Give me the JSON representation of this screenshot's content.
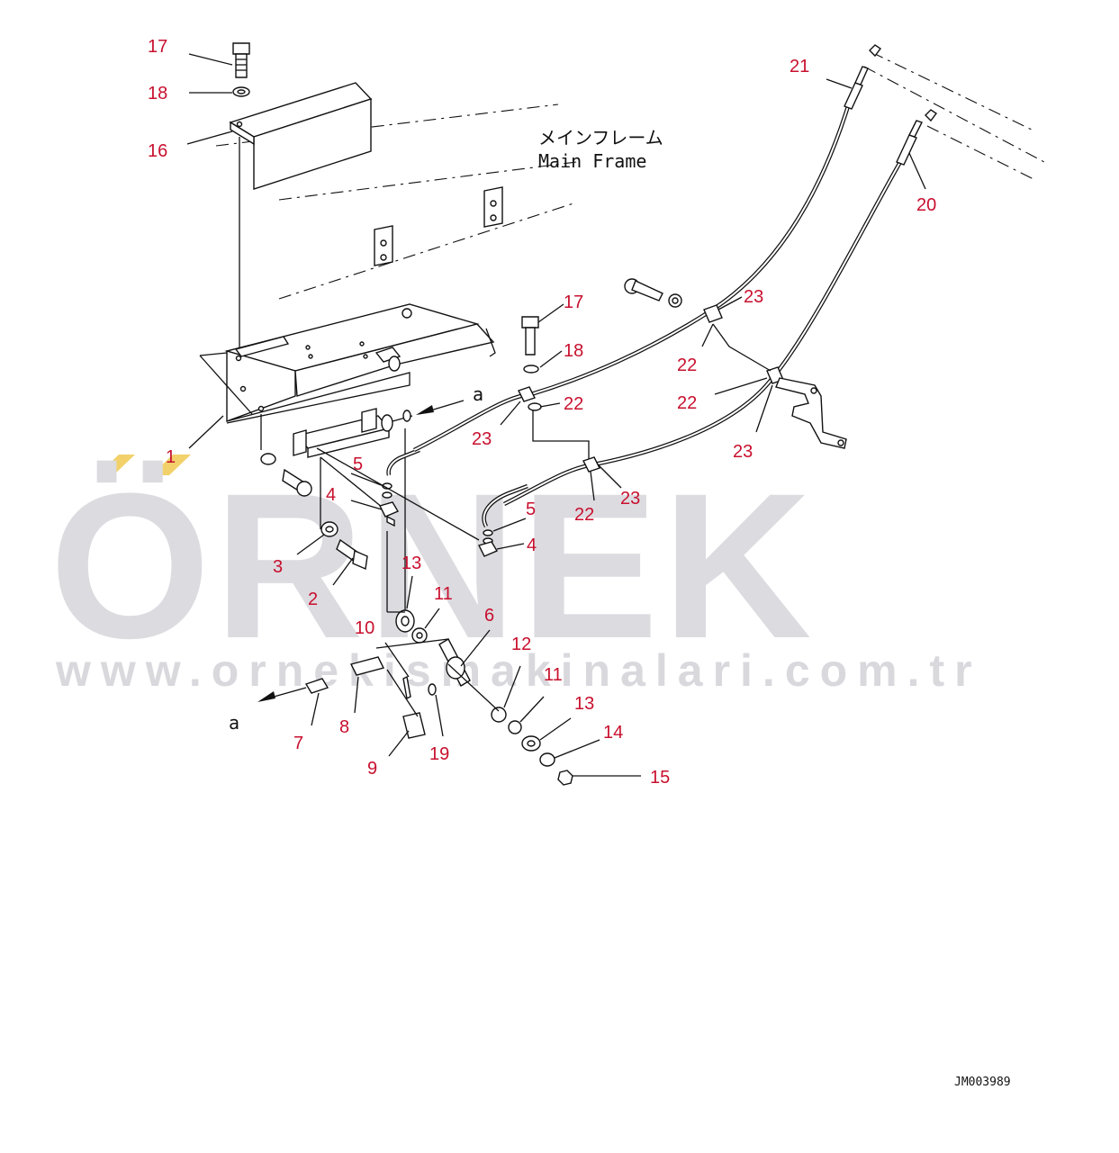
{
  "figure": {
    "drawing_code": "JM003989",
    "frame_label_jp": "メインフレーム",
    "frame_label_en": "Main Frame",
    "connector_mark": "a"
  },
  "watermark": {
    "brand": "ÖRNEK",
    "url": "www.ornekismakinalari.com.tr",
    "color": "#dcdbe0",
    "accent_color": "#f2d16b"
  },
  "callout_color": "#c8102e",
  "callouts": [
    {
      "id": "c17a",
      "text": "17"
    },
    {
      "id": "c18a",
      "text": "18"
    },
    {
      "id": "c16",
      "text": "16"
    },
    {
      "id": "c1",
      "text": "1"
    },
    {
      "id": "c5a",
      "text": "5"
    },
    {
      "id": "c4a",
      "text": "4"
    },
    {
      "id": "c3",
      "text": "3"
    },
    {
      "id": "c2",
      "text": "2"
    },
    {
      "id": "c13a",
      "text": "13"
    },
    {
      "id": "c11a",
      "text": "11"
    },
    {
      "id": "c10",
      "text": "10"
    },
    {
      "id": "c6",
      "text": "6"
    },
    {
      "id": "c12",
      "text": "12"
    },
    {
      "id": "c11b",
      "text": "11"
    },
    {
      "id": "c13b",
      "text": "13"
    },
    {
      "id": "c14",
      "text": "14"
    },
    {
      "id": "c15",
      "text": "15"
    },
    {
      "id": "c7",
      "text": "7"
    },
    {
      "id": "c8",
      "text": "8"
    },
    {
      "id": "c9",
      "text": "9"
    },
    {
      "id": "c19",
      "text": "19"
    },
    {
      "id": "c17b",
      "text": "17"
    },
    {
      "id": "c18b",
      "text": "18"
    },
    {
      "id": "c22a",
      "text": "22"
    },
    {
      "id": "c23a",
      "text": "23"
    },
    {
      "id": "c5b",
      "text": "5"
    },
    {
      "id": "c4b",
      "text": "4"
    },
    {
      "id": "c22b",
      "text": "22"
    },
    {
      "id": "c23b",
      "text": "23"
    },
    {
      "id": "c23c",
      "text": "23"
    },
    {
      "id": "c22c",
      "text": "22"
    },
    {
      "id": "c22d",
      "text": "22"
    },
    {
      "id": "c23d",
      "text": "23"
    },
    {
      "id": "c21",
      "text": "21"
    },
    {
      "id": "c20",
      "text": "20"
    }
  ]
}
